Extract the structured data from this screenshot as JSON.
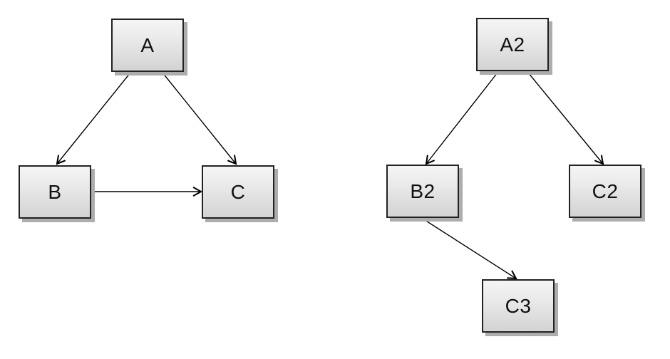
{
  "page": {
    "background": "#ffffff"
  },
  "diagram": {
    "style": {
      "node_fill_top": "#f5f5f5",
      "node_fill_bottom": "#d3d3d3",
      "node_border_color": "#222222",
      "node_shadow_color": "#adadad",
      "edge_color": "#000000",
      "label_color": "#111111"
    },
    "graphs": [
      {
        "name": "left-graph",
        "nodes": [
          {
            "id": "A",
            "label": "A"
          },
          {
            "id": "B",
            "label": "B"
          },
          {
            "id": "C",
            "label": "C"
          }
        ],
        "edges": [
          {
            "from": "A",
            "to": "B"
          },
          {
            "from": "A",
            "to": "C"
          },
          {
            "from": "B",
            "to": "C"
          }
        ]
      },
      {
        "name": "right-graph",
        "nodes": [
          {
            "id": "A2",
            "label": "A2"
          },
          {
            "id": "B2",
            "label": "B2"
          },
          {
            "id": "C2",
            "label": "C2"
          },
          {
            "id": "C3",
            "label": "C3"
          }
        ],
        "edges": [
          {
            "from": "A2",
            "to": "B2"
          },
          {
            "from": "A2",
            "to": "C2"
          },
          {
            "from": "B2",
            "to": "C3"
          }
        ]
      }
    ]
  }
}
